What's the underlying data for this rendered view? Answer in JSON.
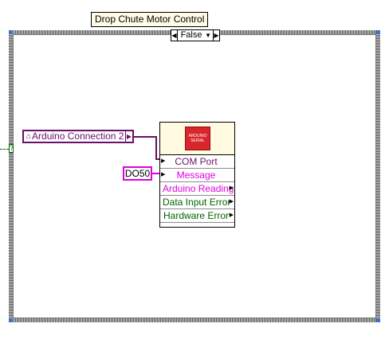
{
  "label": "Drop Chute Motor Control",
  "case_selector": {
    "value": "False"
  },
  "arduino_connection": {
    "label": "Arduino Connection 2"
  },
  "message_constant": {
    "value": "DO50"
  },
  "subvi": {
    "icon_text": "ARDUINO SERIAL",
    "terminals": [
      {
        "label": "COM Port",
        "color": "#6a0f6a"
      },
      {
        "label": "Message",
        "color": "#e000e0"
      },
      {
        "label": "Arduino Reading",
        "color": "#e000e0"
      },
      {
        "label": "Data Input Error",
        "color": "#006400"
      },
      {
        "label": "Hardware Error",
        "color": "#006400"
      }
    ]
  },
  "tunnel": {
    "text": "?"
  }
}
